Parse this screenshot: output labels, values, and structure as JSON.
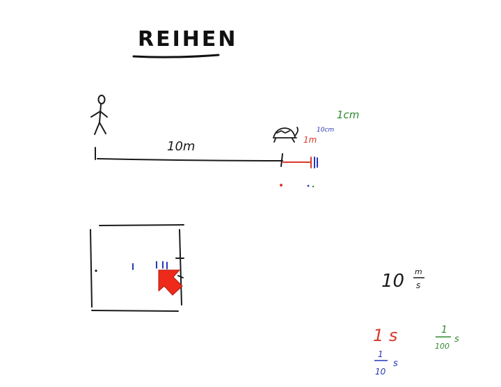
{
  "title": "REIHEN",
  "distance_labels": {
    "main": "10m",
    "one_m": "1m",
    "ten_cm": "10cm",
    "one_cm": "1cm"
  },
  "speed": {
    "value": "10",
    "unit_top": "m",
    "unit_bottom": "s"
  },
  "times": {
    "t1": {
      "text": "1 s"
    },
    "t2": {
      "numerator": "1",
      "denominator": "10",
      "unit": "s"
    },
    "t3": {
      "numerator": "1",
      "denominator": "100",
      "unit": "s"
    }
  },
  "colors": {
    "ink": "#1a1a1a",
    "red": "#d83a2a",
    "blue": "#2336b8",
    "green": "#2f8a2f",
    "cursor": "#ee2a1a"
  },
  "icons": {
    "person": "stick-figure-icon",
    "turtle": "turtle-icon",
    "cursor": "pointer-arrow-icon"
  }
}
